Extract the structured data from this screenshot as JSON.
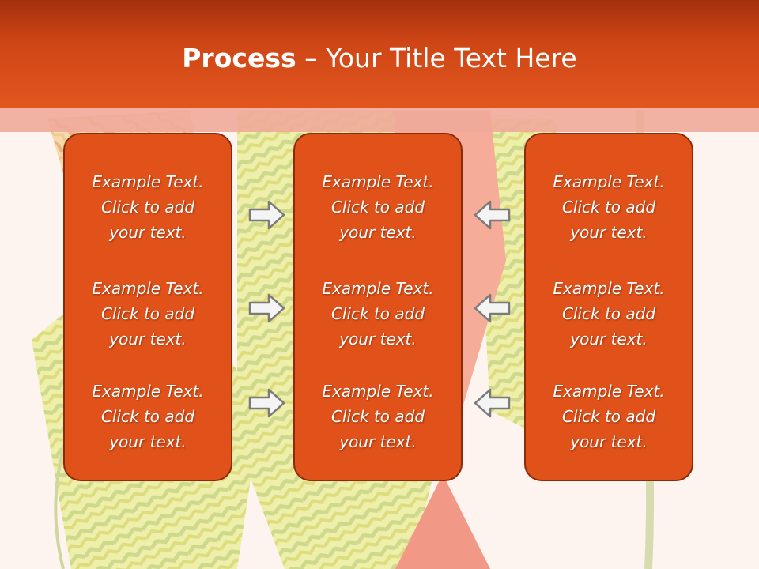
{
  "slide": {
    "title_bold": "Process",
    "title_rest": " – Your Title Text Here"
  },
  "colors": {
    "header": "#e2561e",
    "box_fill": "#e1521a",
    "box_border": "#8c2a0c",
    "background": "#fdf3ef"
  },
  "columns": [
    {
      "items": [
        "Example Text.\nClick  to add\nyour text.",
        "Example Text.\nClick  to add\nyour text.",
        "Example Text.\nClick  to add\nyour text."
      ]
    },
    {
      "items": [
        "Example Text.\nClick  to add\nyour text.",
        "Example Text.\nClick  to add\nyour text.",
        "Example Text.\nClick  to add\nyour text."
      ]
    },
    {
      "items": [
        "Example Text.\nClick  to add\nyour text.",
        "Example Text.\nClick  to add\nyour text.",
        "Example Text.\nClick  to add\nyour text."
      ]
    }
  ],
  "arrows": {
    "left_group": "right-arrow-icon",
    "right_group": "left-arrow-icon"
  }
}
